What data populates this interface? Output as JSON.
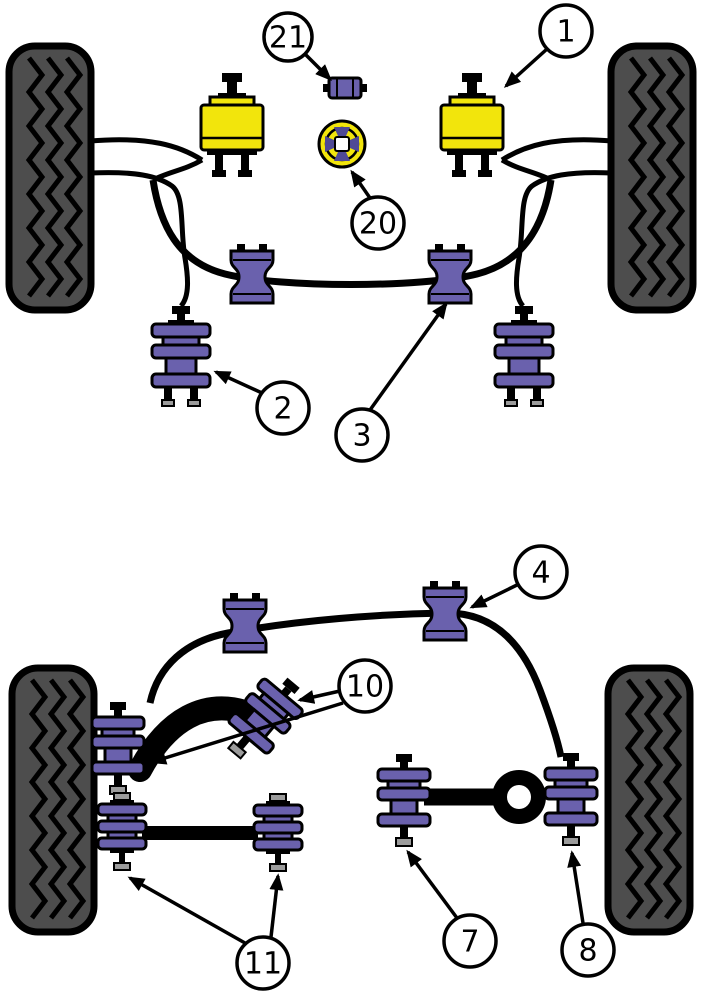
{
  "colors": {
    "bushing_purple": "#6a61ad",
    "bushing_purple_dark": "#4f4996",
    "mount_yellow": "#f2e50c",
    "tire_gray": "#4d4d4d",
    "nut_gray": "#9c9c9c",
    "line_black": "#000000",
    "callout_bg": "#ffffff"
  },
  "front": {
    "callouts": {
      "c1": "1",
      "c2": "2",
      "c3": "3",
      "c20": "20",
      "c21": "21"
    }
  },
  "rear": {
    "callouts": {
      "c4": "4",
      "c7": "7",
      "c8": "8",
      "c10": "10",
      "c11": "11"
    }
  }
}
